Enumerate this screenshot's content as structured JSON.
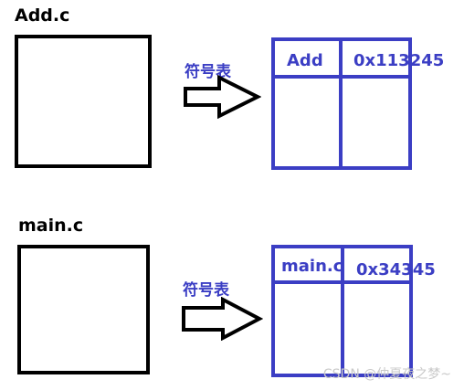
{
  "colors": {
    "table_border": "#3b3ec4",
    "caption": "#3b3ec4",
    "box_border": "#000000",
    "watermark": "#c9c9c9"
  },
  "diagrams": [
    {
      "file_label": "Add.c",
      "arrow_caption": "符号表",
      "table_name": "Add",
      "table_address": "0x113245"
    },
    {
      "file_label": "main.c",
      "arrow_caption": "符号表",
      "table_name": "main.c",
      "table_address": "0x34345"
    }
  ],
  "watermark": "CSDN @仲夏夜之梦~"
}
